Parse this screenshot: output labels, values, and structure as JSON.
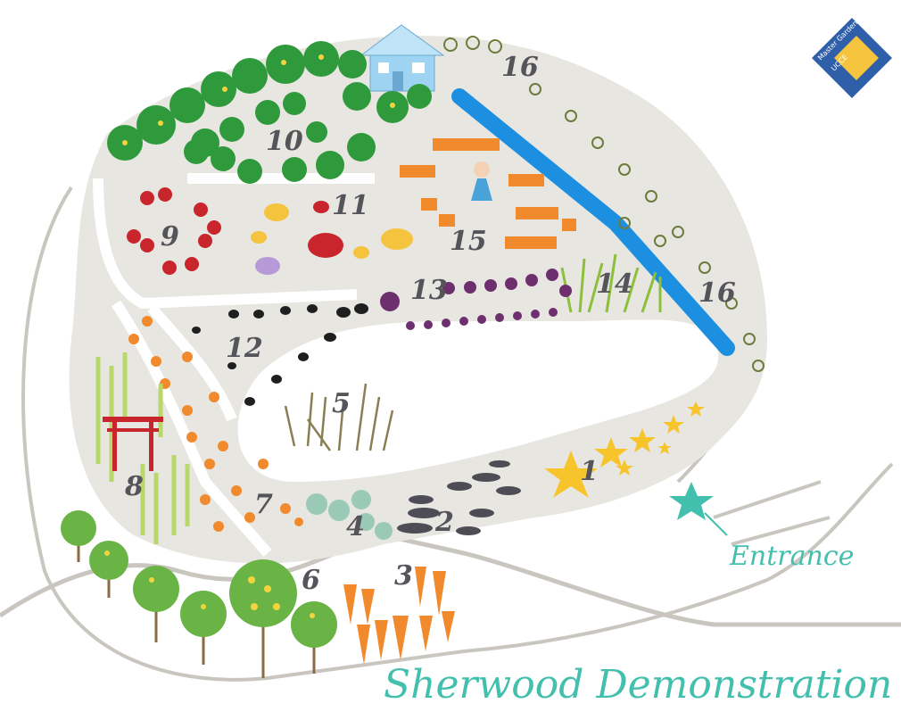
{
  "title": "Sherwood Demonstration Garden",
  "entrance_label": "Entrance",
  "logo": {
    "line1": "Master Gardener",
    "line2": "UCCE"
  },
  "areas": [
    {
      "id": "1"
    },
    {
      "id": "2"
    },
    {
      "id": "3"
    },
    {
      "id": "4"
    },
    {
      "id": "5"
    },
    {
      "id": "6"
    },
    {
      "id": "7"
    },
    {
      "id": "8"
    },
    {
      "id": "9"
    },
    {
      "id": "10"
    },
    {
      "id": "11"
    },
    {
      "id": "12"
    },
    {
      "id": "13"
    },
    {
      "id": "14"
    },
    {
      "id": "15"
    },
    {
      "id": "16a",
      "label": "16"
    },
    {
      "id": "16b",
      "label": "16"
    }
  ],
  "labels": {
    "a1": "1",
    "a2": "2",
    "a3": "3",
    "a4": "4",
    "a5": "5",
    "a6": "6",
    "a7": "7",
    "a8": "8",
    "a9": "9",
    "a10": "10",
    "a11": "11",
    "a12": "12",
    "a13": "13",
    "a14": "14",
    "a15": "15",
    "a16": "16"
  },
  "colors": {
    "path": "#e4e3df",
    "outline": "#c9c6c0",
    "water": "#1d8fe1",
    "accent": "#43bfae",
    "shrub": "#2f9a3c",
    "carrot": "#f08a2c",
    "star": "#f7c52b",
    "rose": "#c9252c"
  }
}
